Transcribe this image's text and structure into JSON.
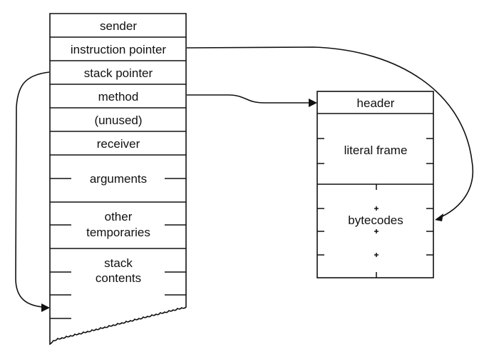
{
  "context_frame": {
    "title": "method context",
    "fields": [
      {
        "id": "sender",
        "label": "sender"
      },
      {
        "id": "instruction-pointer",
        "label": "instruction pointer"
      },
      {
        "id": "stack-pointer",
        "label": "stack pointer"
      },
      {
        "id": "method",
        "label": "method"
      },
      {
        "id": "unused",
        "label": "(unused)"
      },
      {
        "id": "receiver",
        "label": "receiver"
      },
      {
        "id": "arguments",
        "label": "arguments"
      },
      {
        "id": "other-temporaries",
        "label_lines": [
          "other",
          "temporaries"
        ]
      },
      {
        "id": "stack-contents",
        "label_lines": [
          "stack",
          "contents"
        ]
      }
    ]
  },
  "compiled_method": {
    "fields": [
      {
        "id": "header",
        "label": "header"
      },
      {
        "id": "literal-frame",
        "label": "literal frame"
      },
      {
        "id": "bytecodes",
        "label": "bytecodes"
      }
    ]
  },
  "arrows": [
    {
      "from": "instruction-pointer",
      "to": "bytecodes"
    },
    {
      "from": "method",
      "to": "header"
    },
    {
      "from": "stack-pointer",
      "to": "stack-contents"
    }
  ],
  "colors": {
    "ink": "#111111",
    "background": "#ffffff"
  }
}
